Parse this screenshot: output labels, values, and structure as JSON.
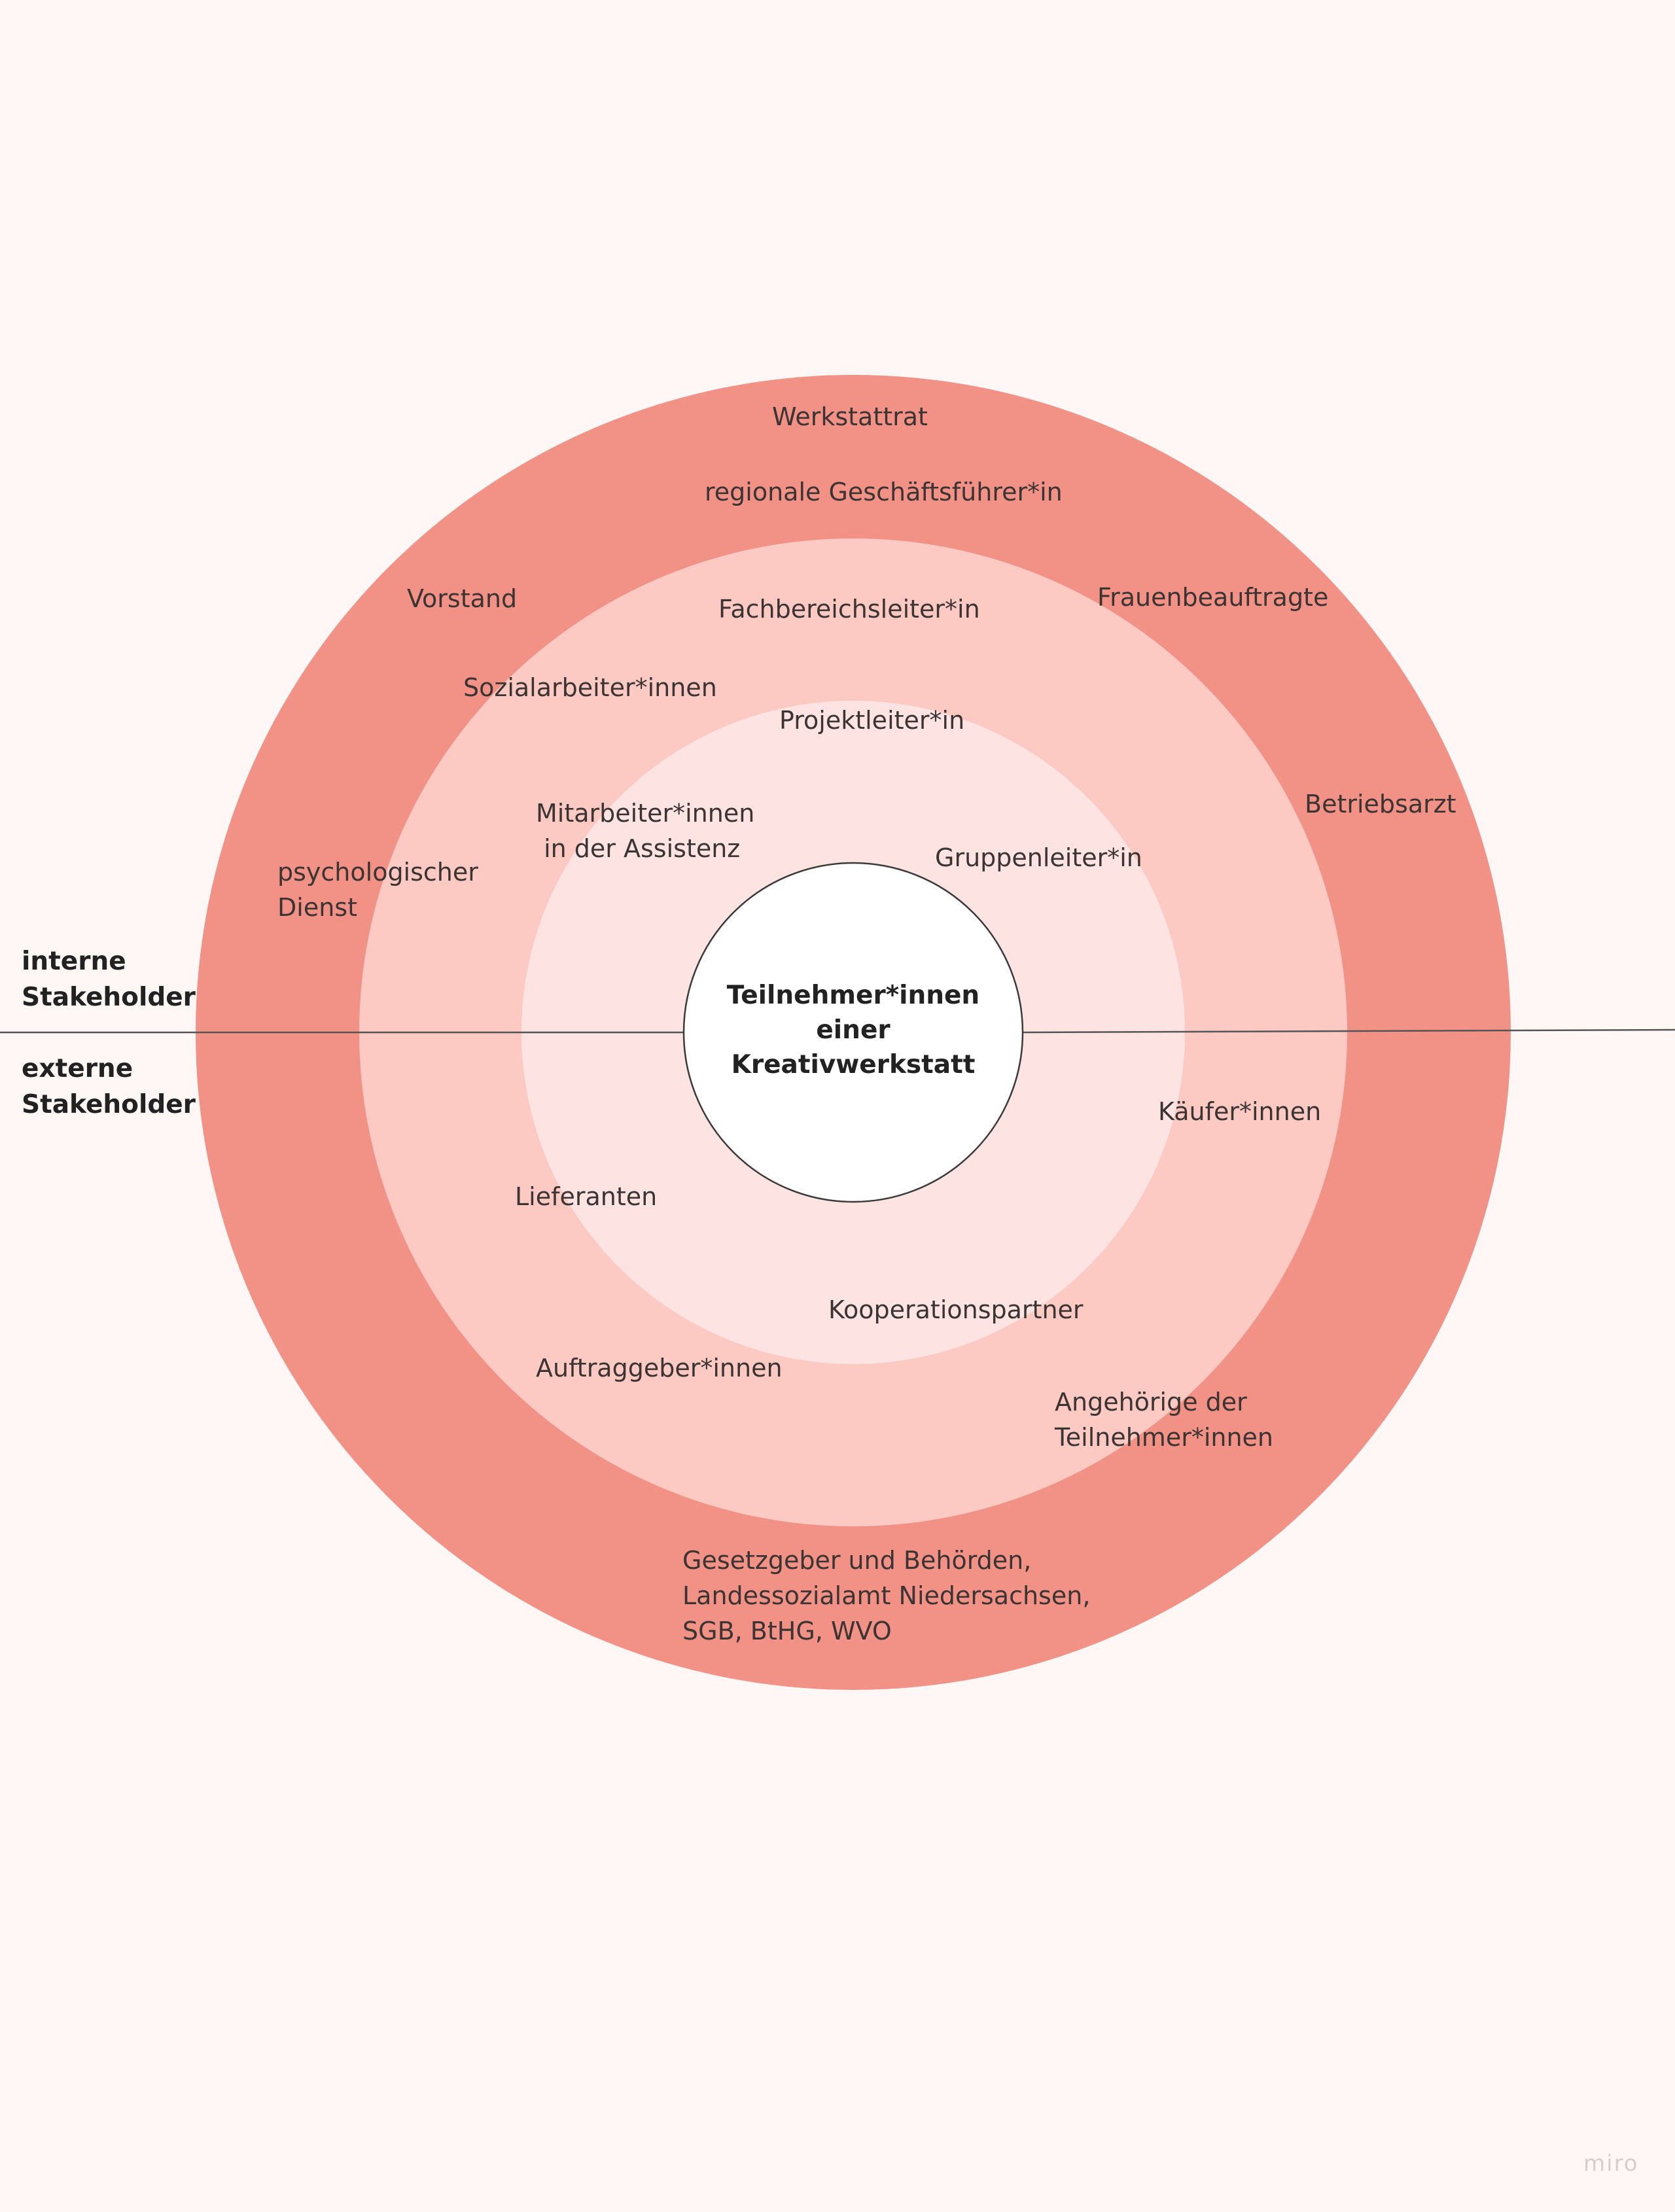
{
  "colors": {
    "background": "#fef7f6",
    "ring_outer": "#f29186",
    "ring_middle": "#fcc9c3",
    "ring_inner": "#fde4e2",
    "core": "#ffffff",
    "divider": "#555555"
  },
  "center": {
    "lines": [
      "Teilnehmer*innen",
      "einer",
      "Kreativwerkstatt"
    ]
  },
  "sides": {
    "internal": [
      "interne",
      "Stakeholder"
    ],
    "external": [
      "externe",
      "Stakeholder"
    ]
  },
  "stakeholders": {
    "werkstattrat": [
      "Werkstattrat"
    ],
    "geschaeftsfuehrer": [
      "regionale Geschäftsführer*in"
    ],
    "vorstand": [
      "Vorstand"
    ],
    "fachbereichsleiter": [
      "Fachbereichsleiter*in"
    ],
    "frauenbeauftragte": [
      "Frauenbeauftragte"
    ],
    "sozialarbeiter": [
      "Sozialarbeiter*innen"
    ],
    "projektleiter": [
      "Projektleiter*in"
    ],
    "betriebsarzt": [
      "Betriebsarzt"
    ],
    "mitarbeiter_assistenz": [
      "Mitarbeiter*innen",
      " in der Assistenz"
    ],
    "gruppenleiter": [
      "Gruppenleiter*in"
    ],
    "psychologischer_dienst": [
      "psychologischer",
      "Dienst"
    ],
    "kaeufer": [
      "Käufer*innen"
    ],
    "lieferanten": [
      "Lieferanten"
    ],
    "kooperationspartner": [
      "Kooperationspartner"
    ],
    "auftraggeber": [
      "Auftraggeber*innen"
    ],
    "angehoerige": [
      "Angehörige der",
      "Teilnehmer*innen"
    ],
    "gesetzgeber": [
      "Gesetzgeber und Behörden,",
      "Landessozialamt Niedersachsen,",
      "SGB, BtHG, WVO"
    ]
  },
  "watermark": "miro"
}
